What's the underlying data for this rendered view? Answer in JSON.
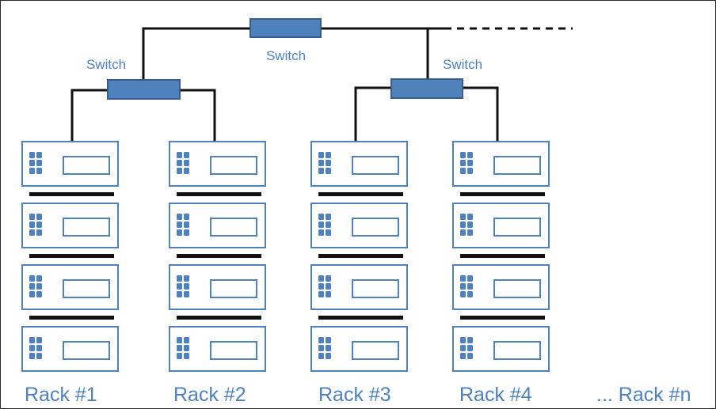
{
  "switches": [
    {
      "id": "core",
      "label": "Switch"
    },
    {
      "id": "left",
      "label": "Switch"
    },
    {
      "id": "right",
      "label": "Switch"
    }
  ],
  "racks": [
    {
      "label": "Rack #1",
      "servers": 4
    },
    {
      "label": "Rack #2",
      "servers": 4
    },
    {
      "label": "Rack #3",
      "servers": 4
    },
    {
      "label": "Rack #4",
      "servers": 4
    }
  ],
  "more_racks_label": "... Rack #n",
  "colors": {
    "accent": "#4f81bd",
    "switch_fill": "#4f81bd",
    "switch_stroke": "#385d8a",
    "server_stroke": "#4f81bd",
    "line": "#111111"
  }
}
